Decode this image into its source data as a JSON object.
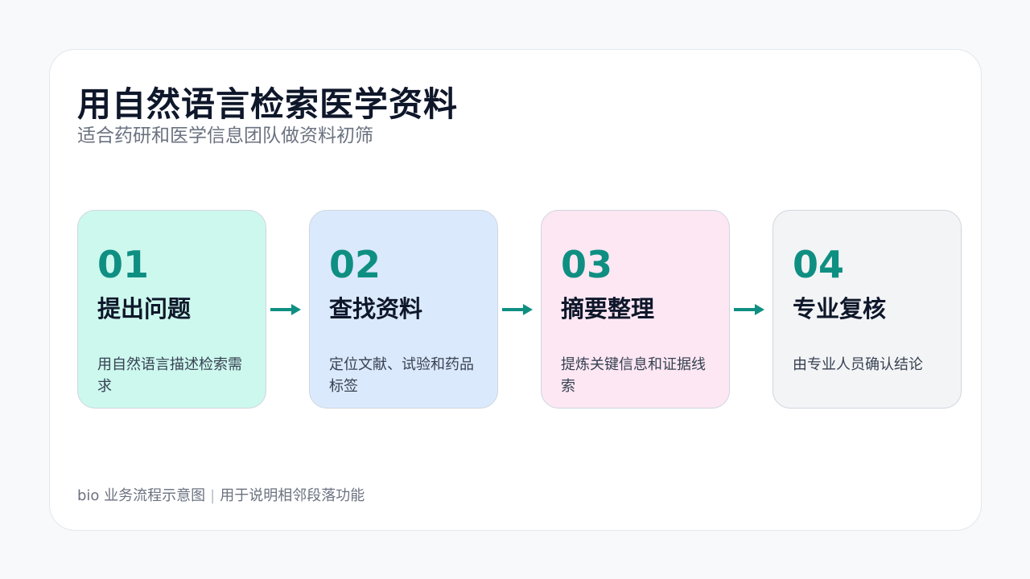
{
  "title": "用自然语言检索医学资料",
  "subtitle": "适合药研和医学信息团队做资料初筛",
  "steps": [
    {
      "num": "01",
      "name": "提出问题",
      "desc": "用自然语言描述检索需求",
      "bg": "#cdf8ee"
    },
    {
      "num": "02",
      "name": "查找资料",
      "desc": "定位文献、试验和药品标签",
      "bg": "#dbe9fd"
    },
    {
      "num": "03",
      "name": "摘要整理",
      "desc": "提炼关键信息和证据线索",
      "bg": "#fce7f3"
    },
    {
      "num": "04",
      "name": "专业复核",
      "desc": "由专业人员确认结论",
      "bg": "#f3f4f6"
    }
  ],
  "footer": {
    "left": "bio 业务流程示意图",
    "separator": "|",
    "right": "用于说明相邻段落功能"
  },
  "colors": {
    "accent": "#0e8f82",
    "title": "#0f172a",
    "muted": "#6b7280"
  },
  "icons": {
    "connector": "arrow-right-icon"
  }
}
